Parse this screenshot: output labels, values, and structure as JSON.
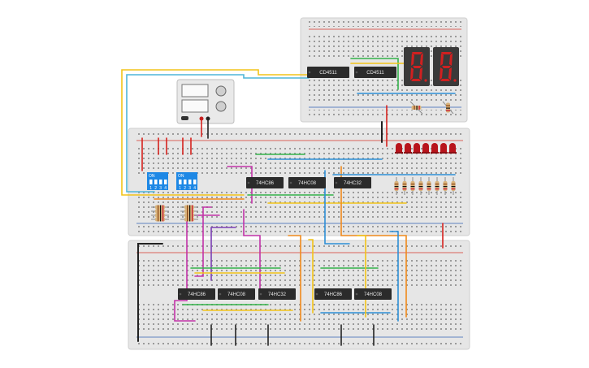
{
  "canvas": {
    "background": "#ffffff"
  },
  "colors": {
    "board": "#e6e6e6",
    "rail_red": "#d6362b",
    "rail_blue": "#2f5fb3",
    "chip": "#2b2b2b",
    "segment": "#d02020",
    "display_body": "#3a3a3a",
    "led": "#b8141c",
    "dip": "#1e88e5",
    "resistor": "#d8b27a",
    "wire_yellow": "#f2c318",
    "wire_green": "#33b24a",
    "wire_blue": "#2d8fd6",
    "wire_magenta": "#c233a8",
    "wire_orange": "#f08a1c",
    "wire_purple": "#7b3fb5",
    "wire_red": "#d6221e",
    "wire_black": "#222222",
    "wire_cyan": "#4fb6d8"
  },
  "decoders": [
    {
      "id": "dec1",
      "label": "CD4511"
    },
    {
      "id": "dec2",
      "label": "CD4511"
    }
  ],
  "displays": [
    {
      "id": "digit-tens",
      "segment_icon": "seven-segment-display-icon"
    },
    {
      "id": "digit-ones",
      "segment_icon": "seven-segment-display-icon"
    }
  ],
  "logic_chips_top": [
    {
      "id": "u1",
      "label": "74HC86"
    },
    {
      "id": "u2",
      "label": "74HC08"
    },
    {
      "id": "u3",
      "label": "74HC32"
    }
  ],
  "logic_chips_bottom": [
    {
      "id": "u4",
      "label": "74HC86"
    },
    {
      "id": "u5",
      "label": "74HC08"
    },
    {
      "id": "u6",
      "label": "74HC32"
    },
    {
      "id": "u7",
      "label": "74HC86"
    },
    {
      "id": "u8",
      "label": "74HC08"
    }
  ],
  "dip_switches": [
    {
      "id": "sw-a",
      "label": "ON",
      "positions": [
        "1",
        "2",
        "3",
        "4"
      ]
    },
    {
      "id": "sw-b",
      "label": "ON",
      "positions": [
        "1",
        "2",
        "3",
        "4"
      ]
    }
  ],
  "led_count": 7,
  "power_supply": {
    "icon": "power-supply-icon"
  }
}
